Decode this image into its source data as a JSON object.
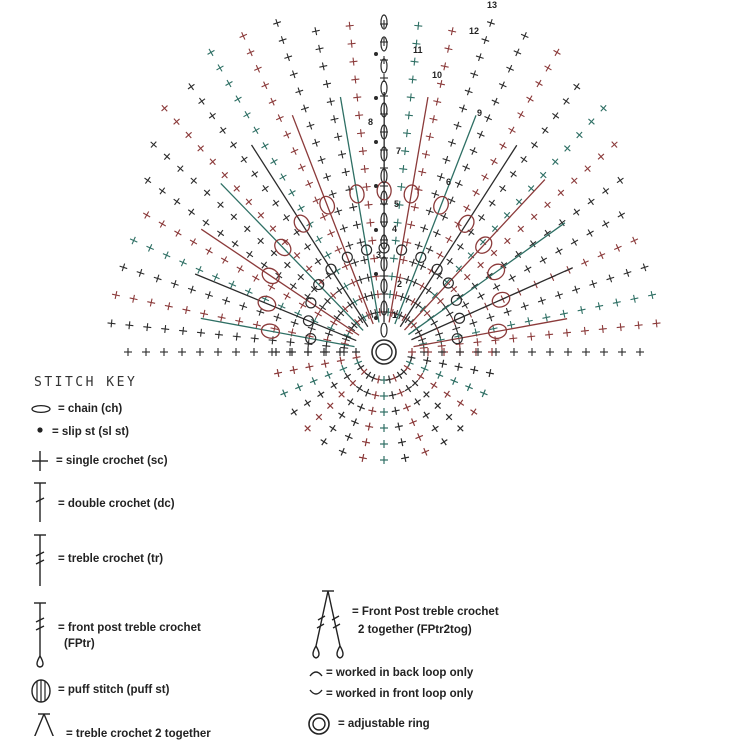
{
  "diagram": {
    "round_numbers": [
      "1",
      "2",
      "3",
      "4",
      "5",
      "6",
      "7",
      "8",
      "9",
      "10",
      "11",
      "12",
      "13"
    ],
    "colors": {
      "ink": "#2b2b2b",
      "red": "#8b3a3a",
      "teal": "#2e6f64"
    }
  },
  "key": {
    "title": "STITCH KEY",
    "items": [
      {
        "icon": "chain-icon",
        "label": "= chain (ch)"
      },
      {
        "icon": "slip-stitch-icon",
        "label": "= slip st (sl st)"
      },
      {
        "icon": "single-crochet-icon",
        "label": "= single crochet (sc)"
      },
      {
        "icon": "double-crochet-icon",
        "label": "= double crochet (dc)"
      },
      {
        "icon": "treble-crochet-icon",
        "label": "= treble crochet (tr)"
      },
      {
        "icon": "fptr-icon",
        "label": "= front post treble crochet",
        "label2": "(FPtr)"
      },
      {
        "icon": "puff-stitch-icon",
        "label": "= puff stitch (puff st)"
      },
      {
        "icon": "tr2tog-icon",
        "label": "= treble crochet 2 together"
      },
      {
        "icon": "fptr2tog-icon",
        "label": "= Front Post treble crochet",
        "label2": "2 together (FPtr2tog)"
      },
      {
        "icon": "back-loop-icon",
        "label": "= worked in back loop only"
      },
      {
        "icon": "front-loop-icon",
        "label": "= worked in front loop only"
      },
      {
        "icon": "adjustable-ring-icon",
        "label": "= adjustable ring"
      }
    ]
  }
}
